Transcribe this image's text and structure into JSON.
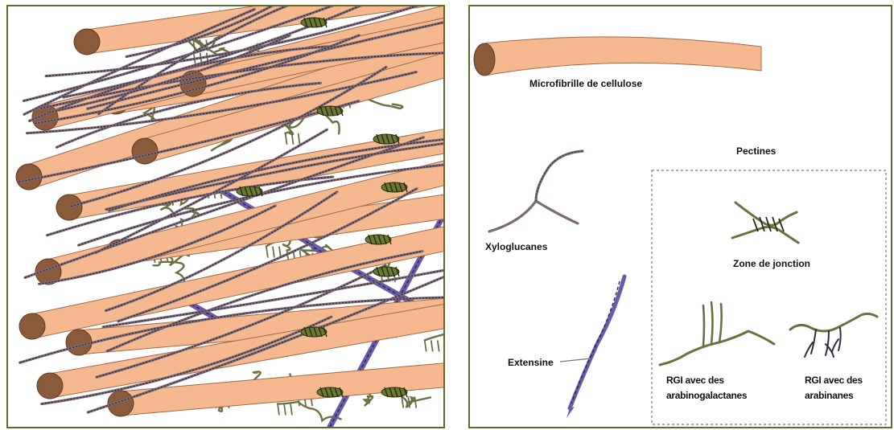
{
  "labels": {
    "microfibril": "Microfibrille de cellulose",
    "pectins": "Pectines",
    "xyloglucans": "Xyloglucanes",
    "junction_zone": "Zone de jonction",
    "extensin": "Extensine",
    "rgi_arabinogalactans_line1": "RGI avec des",
    "rgi_arabinogalactans_line2": "arabinogalactanes",
    "rgi_arabinans_line1": "RGI avec des",
    "rgi_arabinans_line2": "arabinanes"
  },
  "colors": {
    "panel_border": "#5b6b2e",
    "cellulose_body": "#f6b98f",
    "cellulose_end": "#8a5a3a",
    "xyloglucan": "#7a6a78",
    "pectin": "#6b7040",
    "junction": "#6a7a30",
    "extensin": "#6a5aa8"
  }
}
